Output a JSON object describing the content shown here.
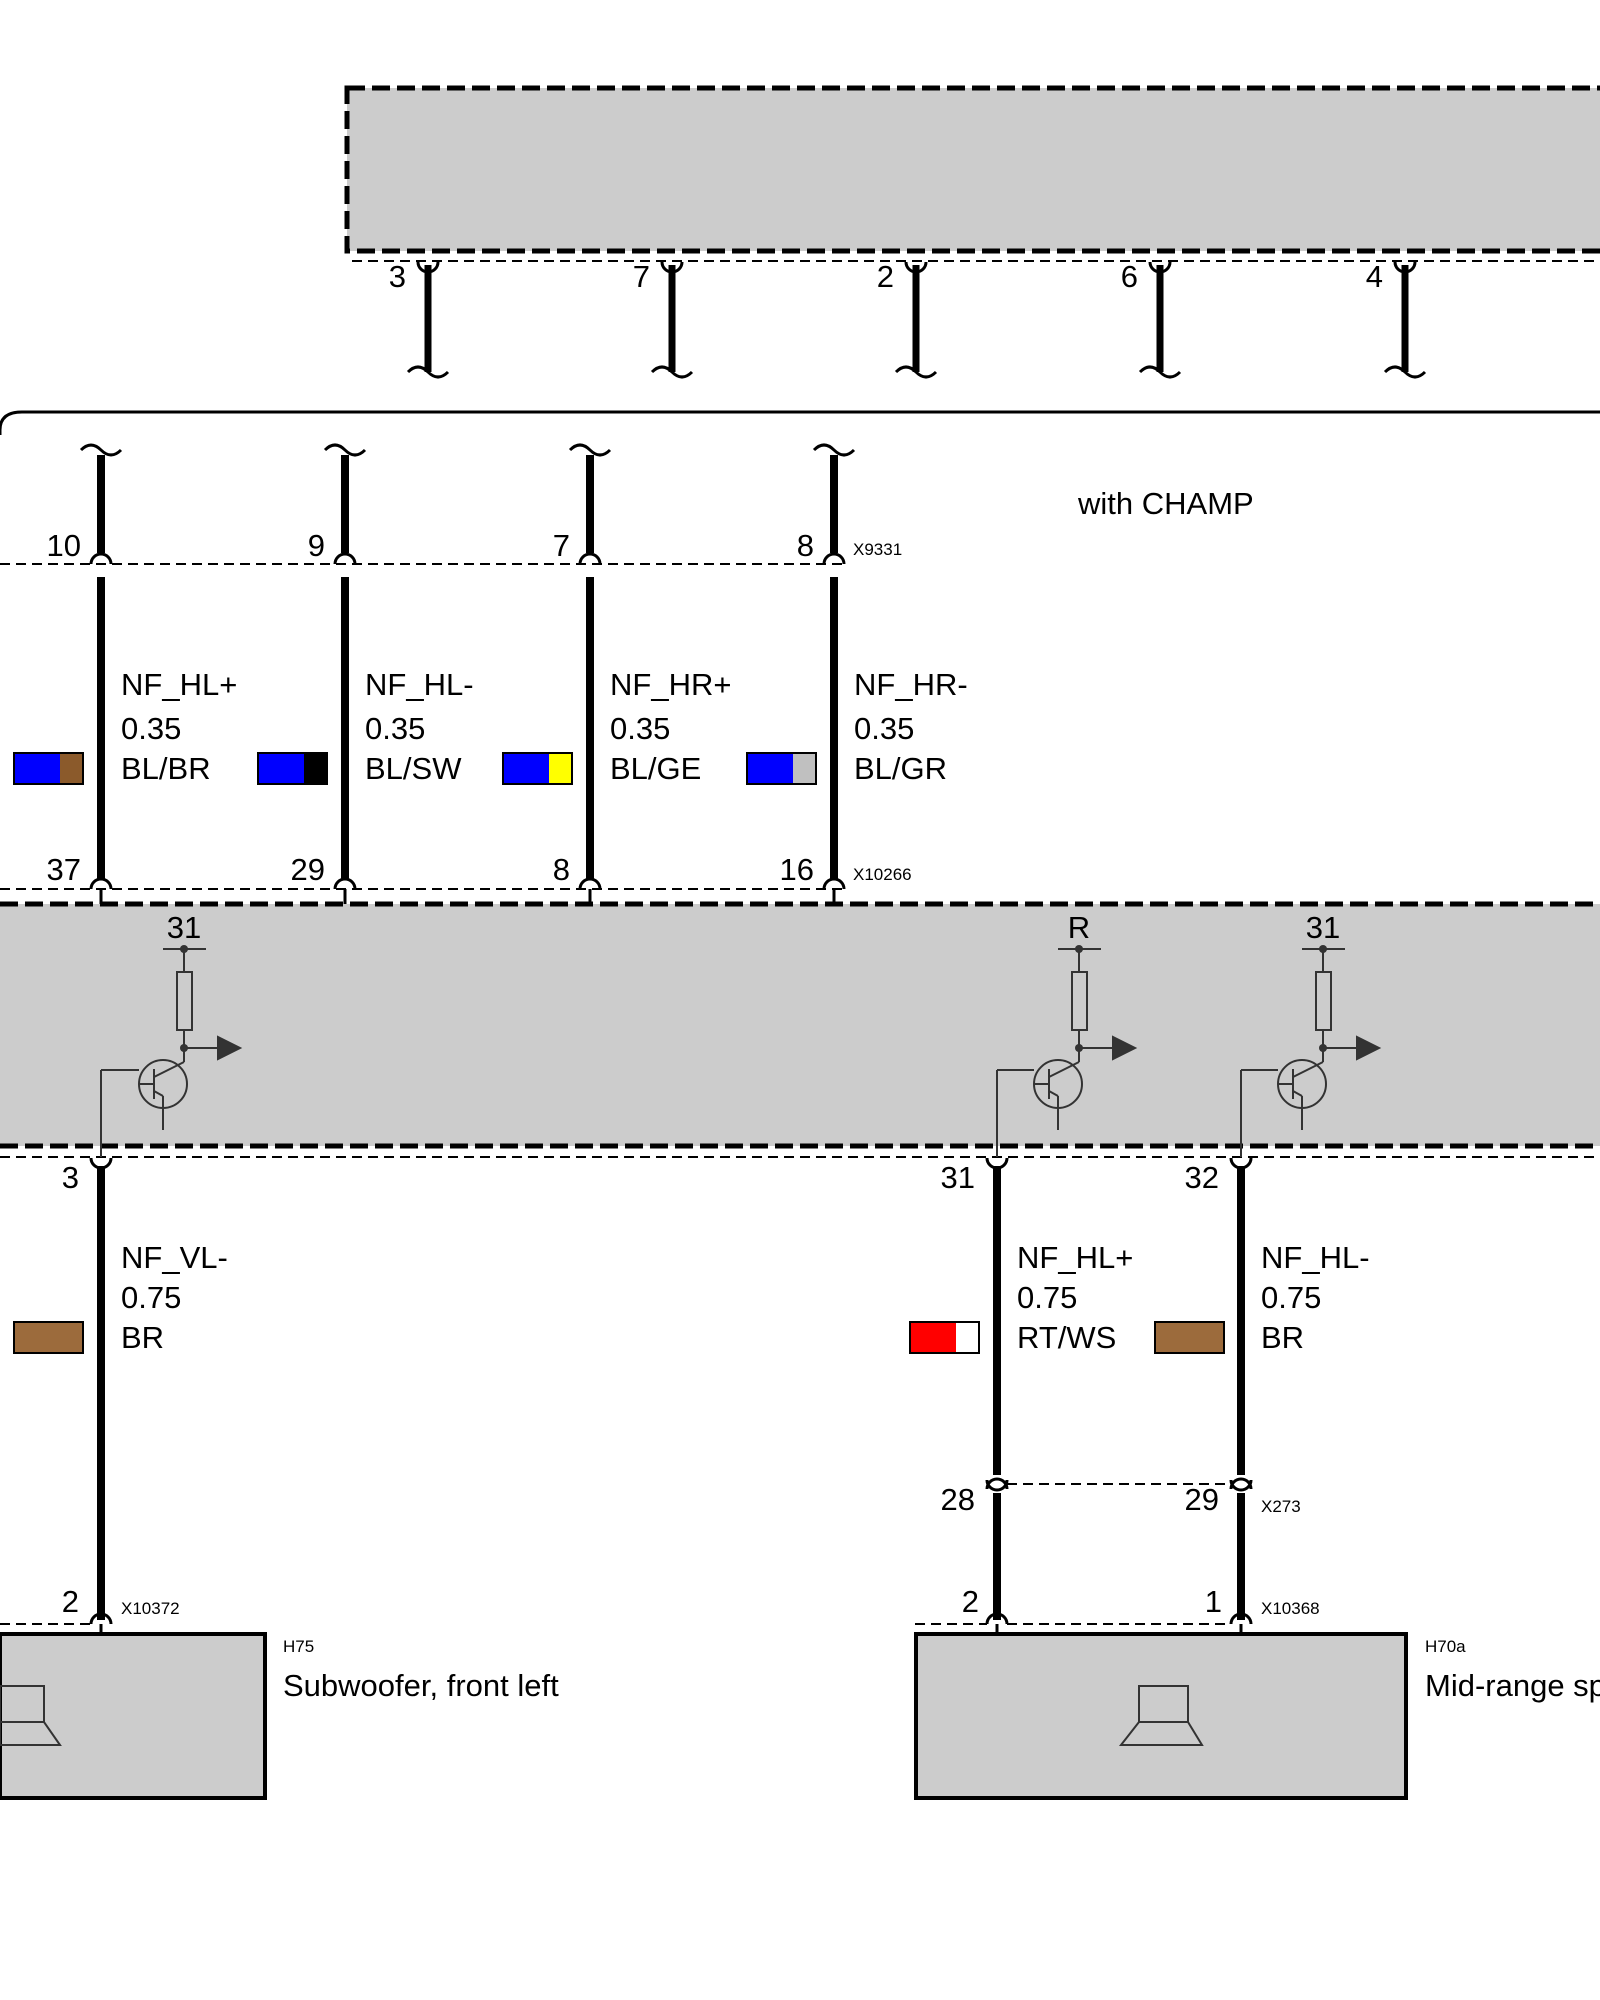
{
  "top_module": {
    "pins": [
      "3",
      "7",
      "2",
      "6",
      "4"
    ]
  },
  "harness": {
    "note": "with CHAMP",
    "top_connector": "X9331",
    "bottom_connector": "X10266",
    "wires": [
      {
        "top_pin": "10",
        "bottom_pin": "37",
        "signal": "NF_HL+",
        "size": "0.35",
        "color_code": "BL/BR",
        "colors": [
          "#0000ff",
          "#8b5a2b"
        ]
      },
      {
        "top_pin": "9",
        "bottom_pin": "29",
        "signal": "NF_HL-",
        "size": "0.35",
        "color_code": "BL/SW",
        "colors": [
          "#0000ff",
          "#000000"
        ]
      },
      {
        "top_pin": "7",
        "bottom_pin": "8",
        "signal": "NF_HR+",
        "size": "0.35",
        "color_code": "BL/GE",
        "colors": [
          "#0000ff",
          "#ffff00"
        ]
      },
      {
        "top_pin": "8",
        "bottom_pin": "16",
        "signal": "NF_HR-",
        "size": "0.35",
        "color_code": "BL/GR",
        "colors": [
          "#0000ff",
          "#c0c0c0"
        ]
      }
    ]
  },
  "amplifier": {
    "supply_labels": [
      "31",
      "R",
      "31"
    ]
  },
  "output_wires": [
    {
      "top_pin": "3",
      "signal": "NF_VL-",
      "size": "0.75",
      "color_code": "BR",
      "colors": [
        "#9c6b3c"
      ]
    },
    {
      "top_pin": "31",
      "signal": "NF_HL+",
      "size": "0.75",
      "color_code": "RT/WS",
      "colors": [
        "#ff0000",
        "#ffffff"
      ]
    },
    {
      "top_pin": "32",
      "signal": "NF_HL-",
      "size": "0.75",
      "color_code": "BR",
      "colors": [
        "#9c6b3c"
      ]
    }
  ],
  "inline_connector": {
    "name": "X273",
    "pins": [
      "28",
      "29"
    ]
  },
  "speakers": [
    {
      "id": "H75",
      "name": "Subwoofer, front left",
      "connector": "X10372",
      "pins": [
        "2"
      ]
    },
    {
      "id": "H70a",
      "name": "Mid-range sp",
      "connector": "X10368",
      "pins": [
        "2",
        "1"
      ]
    }
  ]
}
